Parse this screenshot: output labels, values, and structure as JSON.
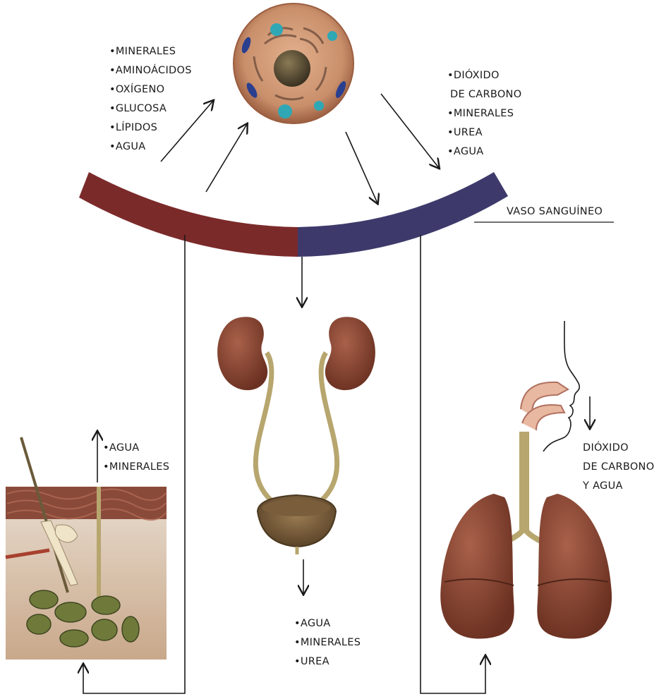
{
  "cell_inputs": [
    "•MINERALES",
    "•AMINOÁCIDOS",
    "•OXÍGENO",
    "•GLUCOSA",
    "•LÍPIDOS",
    "•AGUA"
  ],
  "cell_outputs": [
    "•DIÓXIDO",
    "DE CARBONO",
    "•MINERALES",
    "•UREA",
    "•AGUA"
  ],
  "vessel_label": "VASO SANGUÍNEO",
  "skin_outputs": [
    "•AGUA",
    "•MINERALES"
  ],
  "kidney_outputs": [
    "•AGUA",
    "•MINERALES",
    "•UREA"
  ],
  "lung_outputs": [
    "DIÓXIDO",
    "DE CARBONO",
    "Y AGUA"
  ],
  "colors": {
    "arterial": "#7b2a2a",
    "venous": "#3d3a6b",
    "organ": "#7e3f2c",
    "cell": "#c98f6b",
    "line": "#1a1a1a"
  },
  "icons": [
    "cell-icon",
    "kidney-icon",
    "bladder-icon",
    "skin-section-icon",
    "lungs-icon",
    "face-profile-icon"
  ]
}
